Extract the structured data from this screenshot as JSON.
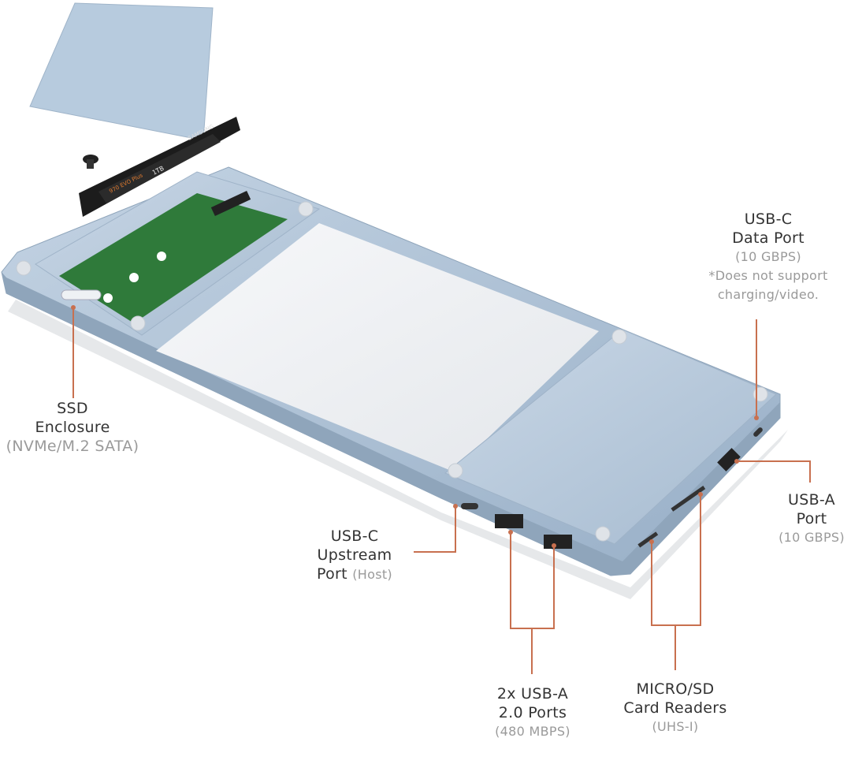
{
  "colors": {
    "leader_line": "#c8704f",
    "body": "#a9bdd1",
    "plate": "#b7c9db",
    "pad": "#f1f2f4",
    "pcb": "#2f7a3a"
  },
  "product_marks": {
    "ssd_brand": "SAMSUNG",
    "ssd_model": "970 EVO Plus",
    "ssd_capacity": "1TB"
  },
  "labels": {
    "ssd": {
      "line1": "SSD",
      "line2": "Enclosure",
      "sub": "(NVMe/M.2 SATA)"
    },
    "usbc_data": {
      "line1": "USB-C",
      "line2": "Data Port",
      "sub": "(10 GBPS)",
      "note1": "*Does not support",
      "note2": "charging/video."
    },
    "usba_port": {
      "line1": "USB-A",
      "line2": "Port",
      "sub": "(10 GBPS)"
    },
    "usbc_upstream": {
      "line1": "USB-C",
      "line2": "Upstream",
      "line3": "Port",
      "sub": "(Host)"
    },
    "usba_2x": {
      "line1": "2x USB-A",
      "line2": "2.0 Ports",
      "sub": "(480 MBPS)"
    },
    "card_readers": {
      "line1": "MICRO/SD",
      "line2": "Card Readers",
      "sub": "(UHS-I)"
    }
  }
}
